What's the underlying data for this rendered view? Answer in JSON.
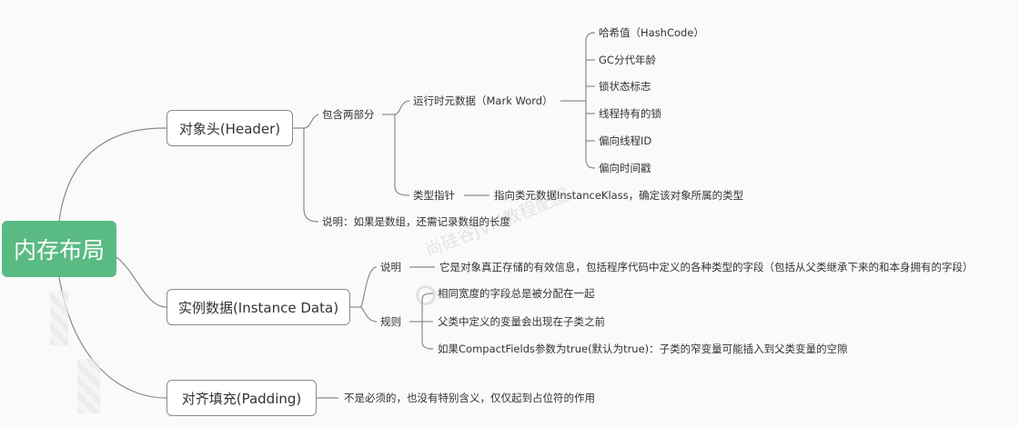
{
  "root": {
    "label": "内存布局"
  },
  "header": {
    "label": "对象头(Header)",
    "contains_label": "包含两部分",
    "mark_word": {
      "label": "运行时元数据（Mark Word）",
      "items": [
        "哈希值（HashCode）",
        "GC分代年龄",
        "锁状态标志",
        "线程持有的锁",
        "偏向线程ID",
        "偏向时间戳"
      ]
    },
    "type_pointer": {
      "label": "类型指针",
      "desc": "指向类元数据InstanceKlass，确定该对象所属的类型"
    },
    "note": "说明：如果是数组，还需记录数组的长度"
  },
  "instance_data": {
    "label": "实例数据(Instance Data)",
    "explain_label": "说明",
    "explain_desc": "它是对象真正存储的有效信息，包括程序代码中定义的各种类型的字段（包括从父类继承下来的和本身拥有的字段）",
    "rules_label": "规则",
    "rules": [
      "相同宽度的字段总是被分配在一起",
      "父类中定义的变量会出现在子类之前",
      "如果CompactFields参数为true(默认为true)：子类的窄变量可能插入到父类变量的空隙"
    ]
  },
  "padding": {
    "label": "对齐填充(Padding)",
    "desc": "不是必须的，也没有特别含义，仅仅起到占位符的作用"
  },
  "watermark": "尚硅谷JVM教程配图",
  "colors": {
    "root_bg": "#5aba84",
    "line": "#8a8a8a"
  }
}
